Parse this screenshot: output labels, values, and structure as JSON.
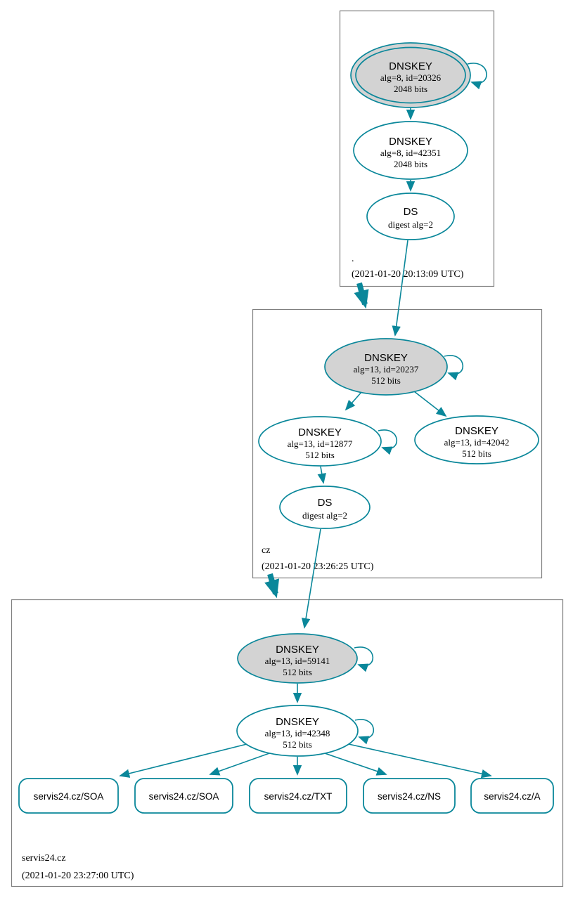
{
  "palette": {
    "edge_teal": "#0a879a",
    "ksk_fill": "#d3d3d3",
    "node_fill": "#ffffff",
    "box_border": "#7f7f7f",
    "text": "#000000"
  },
  "zones": [
    {
      "label": ".",
      "timestamp": "(2021-01-20 20:13:09 UTC)",
      "nodes": {
        "ksk": {
          "title": "DNSKEY",
          "detail": "alg=8, id=20326",
          "bits": "2048 bits"
        },
        "zsk": {
          "title": "DNSKEY",
          "detail": "alg=8, id=42351",
          "bits": "2048 bits"
        },
        "ds": {
          "title": "DS",
          "detail": "digest alg=2"
        }
      }
    },
    {
      "label": "cz",
      "timestamp": "(2021-01-20 23:26:25 UTC)",
      "nodes": {
        "ksk": {
          "title": "DNSKEY",
          "detail": "alg=13, id=20237",
          "bits": "512 bits"
        },
        "zsk1": {
          "title": "DNSKEY",
          "detail": "alg=13, id=12877",
          "bits": "512 bits"
        },
        "zsk2": {
          "title": "DNSKEY",
          "detail": "alg=13, id=42042",
          "bits": "512 bits"
        },
        "ds": {
          "title": "DS",
          "detail": "digest alg=2"
        }
      }
    },
    {
      "label": "servis24.cz",
      "timestamp": "(2021-01-20 23:27:00 UTC)",
      "nodes": {
        "ksk": {
          "title": "DNSKEY",
          "detail": "alg=13, id=59141",
          "bits": "512 bits"
        },
        "zsk": {
          "title": "DNSKEY",
          "detail": "alg=13, id=42348",
          "bits": "512 bits"
        }
      },
      "rrsets": [
        "servis24.cz/SOA",
        "servis24.cz/SOA",
        "servis24.cz/TXT",
        "servis24.cz/NS",
        "servis24.cz/A"
      ]
    }
  ]
}
